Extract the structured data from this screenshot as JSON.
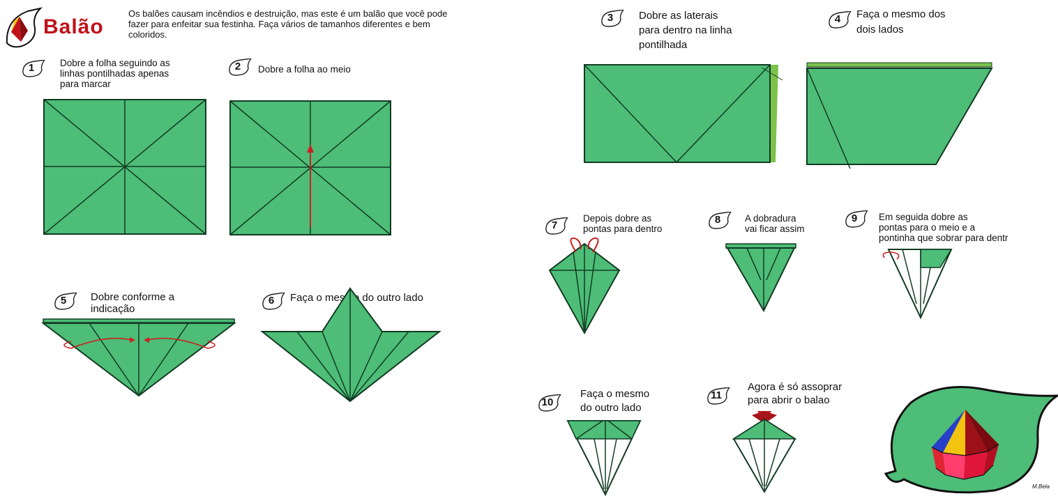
{
  "header": {
    "title": "Balão",
    "intro": "Os balões causam incêndios e destruição, mas este é um balão que você pode fazer para enfeitar sua festinha. Faça vários de tamanhos diferentes e bem coloridos."
  },
  "steps": [
    {
      "number": "1",
      "text_lines": [
        "Dobre a folha seguindo as",
        "linhas pontilhadas apenas",
        "para marcar"
      ]
    },
    {
      "number": "2",
      "text_lines": [
        "Dobre a folha ao meio"
      ]
    },
    {
      "number": "3",
      "text_lines": [
        "Dobre as laterais",
        "para dentro na linha",
        "pontilhada"
      ]
    },
    {
      "number": "4",
      "text_lines": [
        "Faça o mesmo dos",
        "dois lados"
      ]
    },
    {
      "number": "5",
      "text_lines": [
        "Dobre conforme a",
        "indicação"
      ]
    },
    {
      "number": "6",
      "text_lines": [
        "Faça o mesmo do outro lado"
      ]
    },
    {
      "number": "7",
      "text_lines": [
        "Depois dobre as",
        "pontas para dentro"
      ]
    },
    {
      "number": "8",
      "text_lines": [
        "A dobradura",
        "vai ficar assim"
      ]
    },
    {
      "number": "9",
      "text_lines": [
        "Em seguida dobre as",
        "pontas para o meio e a",
        "pontinha que sobrar para dentr"
      ]
    },
    {
      "number": "10",
      "text_lines": [
        "Faça o mesmo",
        "do outro lado"
      ]
    },
    {
      "number": "11",
      "text_lines": [
        "Agora é só assoprar",
        "para abrir o balao"
      ]
    }
  ],
  "signature": "M.Bela",
  "colors": {
    "paper": "#4dbd78",
    "paper_dark": "#3aa565",
    "line": "#123b22",
    "arrow": "#cc1f1f",
    "title": "#c0121a"
  }
}
